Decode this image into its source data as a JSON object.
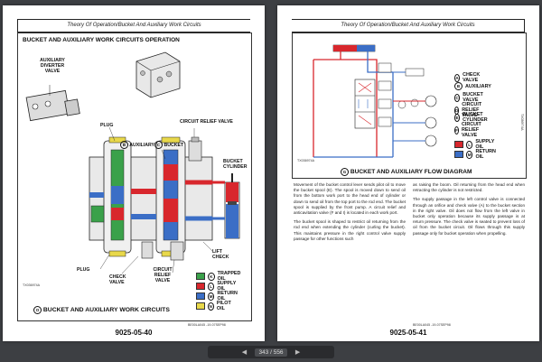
{
  "left_page": {
    "header": "Theory Of Operation/Bucket And Auxiliary Work Circuits",
    "section_title": "BUCKET AND AUXILIARY WORK CIRCUITS OPERATION",
    "labels": {
      "aux_diverter": "AUXILIARY DIVERTER VALVE",
      "plug_top": "PLUG",
      "auxiliary": "AUXILIARY",
      "auxiliary_num": "B",
      "bucket": "BUCKET",
      "bucket_num": "C",
      "circuit_relief_top": "CIRCUIT RELIEF VALVE",
      "bucket_cylinder": "BUCKET CYLINDER",
      "plug_bottom": "PLUG",
      "check_valve": "CHECK VALVE",
      "circuit_relief_bottom": "CIRCUIT RELIEF VALVE",
      "lift_check": "LIFT CHECK"
    },
    "legend": [
      {
        "num": "K",
        "label": "TRAPPED OIL",
        "color": "#3aa14a"
      },
      {
        "num": "L",
        "label": "SUPPLY OIL",
        "color": "#d8272d"
      },
      {
        "num": "M",
        "label": "RETURN OIL",
        "color": "#3b6ec6"
      },
      {
        "num": "N",
        "label": "PILOT OIL",
        "color": "#e8d84a"
      }
    ],
    "caption_num": "O",
    "caption": "BUCKET AND AUXILIARY WORK CIRCUITS",
    "footer_code": "TX036974A",
    "footer_ref": "BE00LA045   -19-07SEP98",
    "page_number": "9025-05-40"
  },
  "right_page": {
    "header": "Theory Of Operation/Bucket And Auxiliary Work Circuits",
    "legend": [
      {
        "num": "A",
        "label": "CHECK VALVE"
      },
      {
        "num": "B",
        "label": "AUXILIARY"
      },
      {
        "num": "C",
        "label": "BUCKET VALVE"
      },
      {
        "num": "D",
        "label": "CIRCUIT RELIEF VALVE"
      },
      {
        "num": "E",
        "label": "BUCKET CYLINDER"
      },
      {
        "num": "F",
        "label": "CIRCUIT RELIEF VALVE"
      }
    ],
    "oil_legend": [
      {
        "num": "L",
        "label": "SUPPLY OIL",
        "color": "#d8272d"
      },
      {
        "num": "M",
        "label": "RETURN OIL",
        "color": "#3b6ec6"
      }
    ],
    "diagram_code": "TX036974A",
    "diagram_title_num": "G",
    "diagram_title": "BUCKET AND AUXILIARY FLOW DIAGRAM",
    "col1": [
      "Movement of the bucket control lever sends pilot oil to move the bucket spool (E). The spool is moved down to send oil from the bottom work port to the head end of cylinder or down to send oil from the top port to the rod end. The bucket spool is supplied by the front pump. A circuit relief and anticavitation valve (F and I) is located in each work port.",
      "The bucket spool is shaped to restrict oil returning from the rod end when extending the cylinder (curling the bucket). This maintains pressure in the right control valve supply passage for other functions such"
    ],
    "col2": [
      "as raising the boom. Oil returning from the head end when retracting the cylinder is not restricted.",
      "The supply passage in the left control valve is connected through an orifice and check valve (A) to the bucket section in the right valve. Oil does not flow from the left valve in bucket only operation because its supply passage is at return pressure. The check valve is seated to prevent loss of oil from the bucket circuit. Oil flows through this supply passage only for bucket operation when propelling."
    ],
    "footer_ref": "BE00LA045   -19-07SEP98",
    "page_number": "9025-05-41"
  },
  "viewer": {
    "page_counter": "343 / 556"
  }
}
